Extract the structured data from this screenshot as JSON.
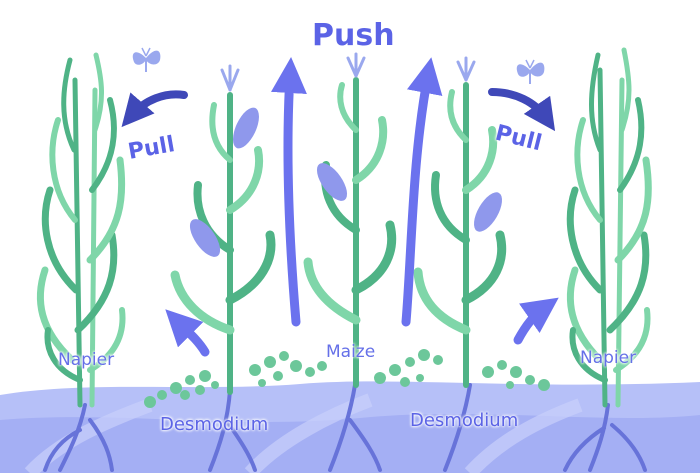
{
  "labels": {
    "push": "Push",
    "pull_left": "Pull",
    "pull_right": "Pull",
    "napier_left": "Napier",
    "napier_right": "Napier",
    "maize": "Maize",
    "desmodium_left": "Desmodium",
    "desmodium_right": "Desmodium"
  },
  "colors": {
    "arrow": "#6b72ee",
    "arrow_dark": "#3f48b8",
    "plant_light": "#7fd6a9",
    "plant_dark": "#4fb386",
    "cob": "#8f98ec",
    "soil": "#aab5f6",
    "soil_dark": "#6773d9",
    "moth": "#9aa8ee"
  },
  "icons": [
    "moth-icon",
    "moth-icon"
  ]
}
